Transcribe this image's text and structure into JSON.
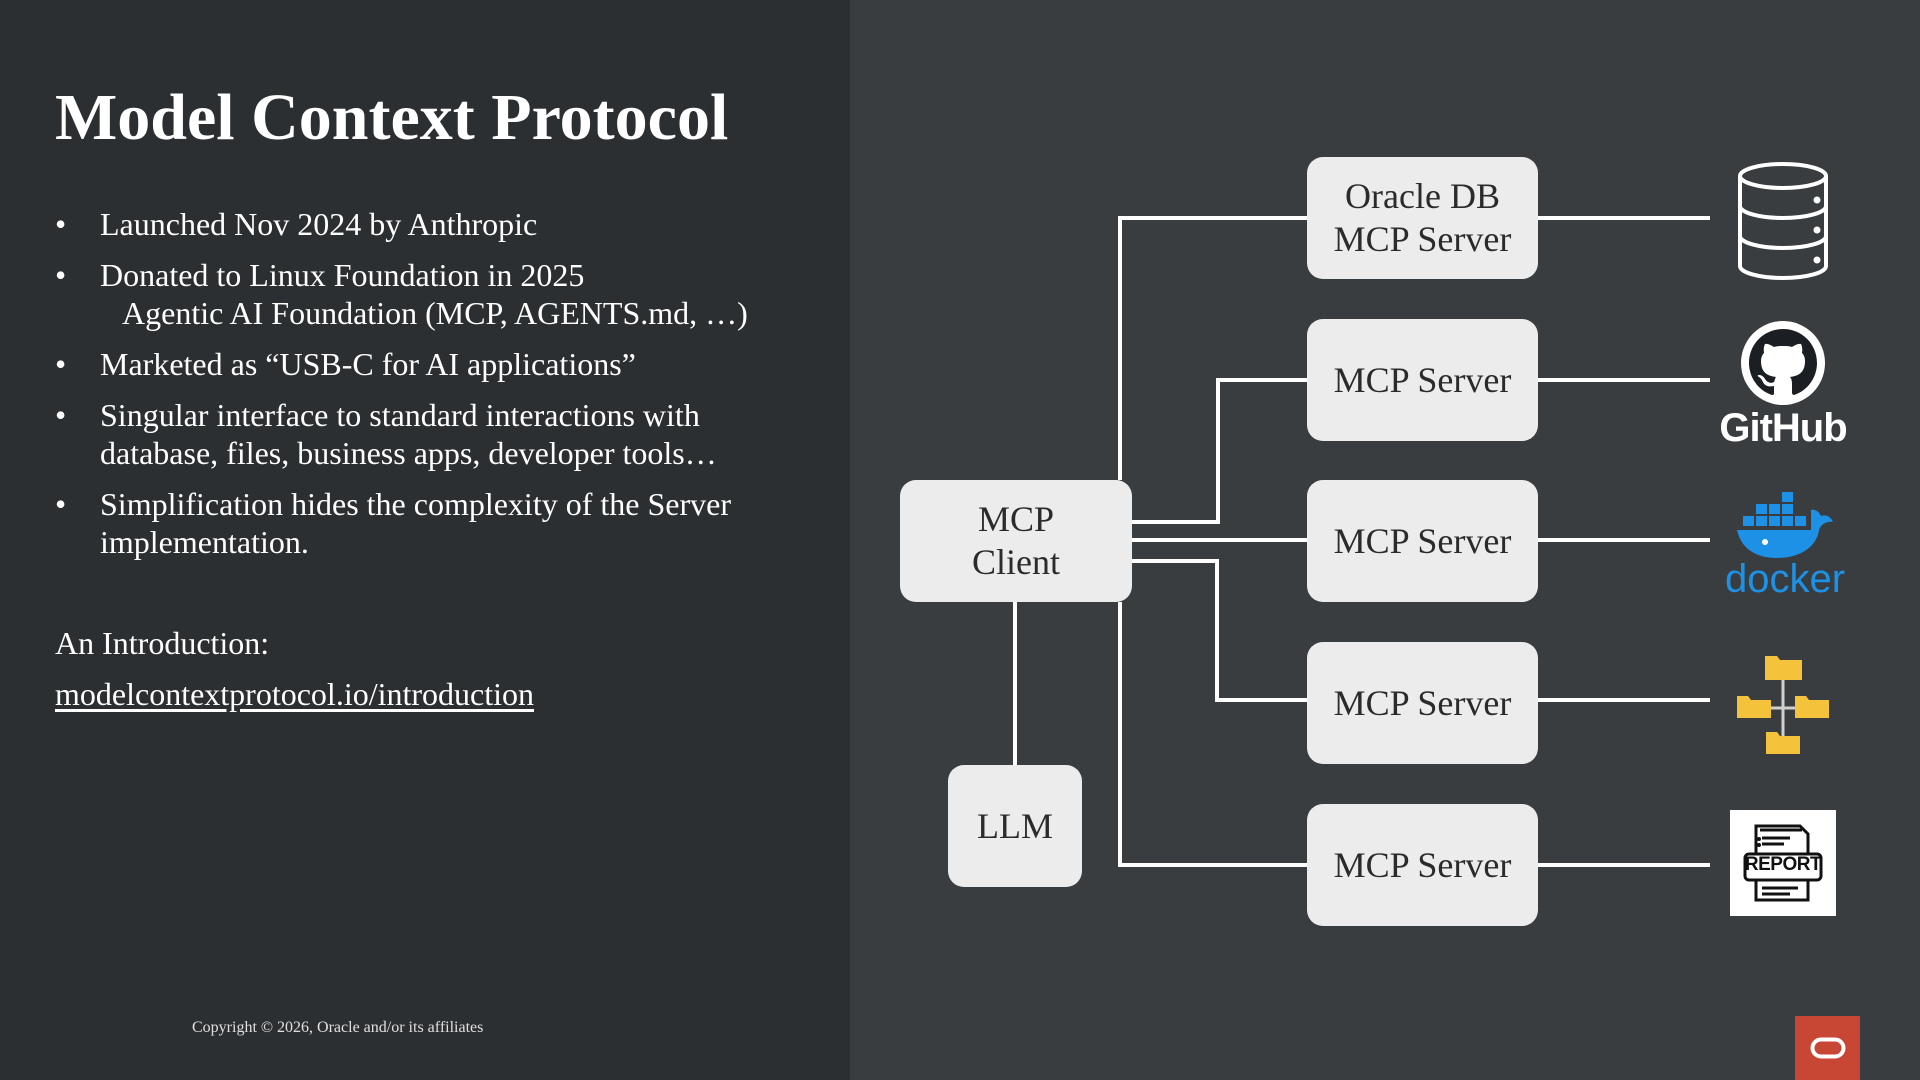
{
  "slide": {
    "title": "Model Context Protocol",
    "bullets": [
      {
        "text": "Launched Nov 2024 by Anthropic"
      },
      {
        "text": "Donated to Linux Foundation in 2025",
        "sub": "Agentic AI Foundation (MCP, AGENTS.md, …)"
      },
      {
        "text": "Marketed as “USB-C for AI applications”"
      },
      {
        "text": "Singular interface to standard interactions with database, files, business apps, developer tools…"
      },
      {
        "text": "Simplification hides the complexity of the Server implementation."
      }
    ],
    "bullet_glyph": "•",
    "intro_label": "An Introduction:",
    "intro_link": "modelcontextprotocol.io/introduction",
    "copyright": "Copyright © 2026, Oracle and/or its affiliates"
  },
  "diagram": {
    "client": {
      "line1": "MCP",
      "line2": "Client"
    },
    "llm": "LLM",
    "servers": [
      {
        "line1": "Oracle DB",
        "line2": "MCP Server",
        "icon": "database-icon"
      },
      {
        "line1": "MCP Server",
        "icon": "github-logo-icon"
      },
      {
        "line1": "MCP Server",
        "icon": "docker-logo-icon"
      },
      {
        "line1": "MCP Server",
        "icon": "file-tree-icon"
      },
      {
        "line1": "MCP Server",
        "icon": "report-icon"
      }
    ],
    "github_wordmark": "GitHub",
    "docker_wordmark": "docker",
    "report_label": "REPORT"
  },
  "colors": {
    "left_bg": "#2c2f31",
    "right_bg": "#3a3d40",
    "node_fill": "#ececec",
    "connector": "#ffffff",
    "docker_blue": "#1d91e6",
    "folder_yellow": "#f5c33b",
    "oracle_red": "#c74634"
  }
}
